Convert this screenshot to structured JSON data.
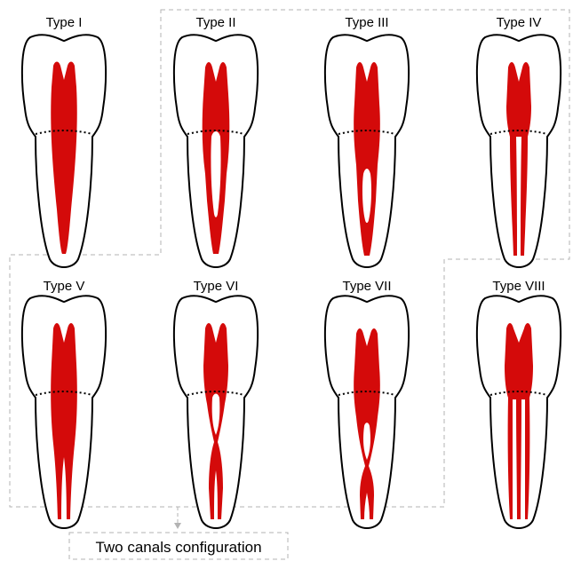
{
  "teeth": [
    {
      "type": "Type I",
      "canal_pattern": "1"
    },
    {
      "type": "Type II",
      "canal_pattern": "2-1"
    },
    {
      "type": "Type III",
      "canal_pattern": "1-2-1"
    },
    {
      "type": "Type IV",
      "canal_pattern": "2"
    },
    {
      "type": "Type V",
      "canal_pattern": "1-2"
    },
    {
      "type": "Type VI",
      "canal_pattern": "2-1-2"
    },
    {
      "type": "Type VII",
      "canal_pattern": "1-2-1-2"
    },
    {
      "type": "Type VIII",
      "canal_pattern": "3"
    }
  ],
  "caption": "Two canals configuration",
  "colors": {
    "canal": "#d40a0a",
    "outline": "#000000",
    "dashed_border": "#b3b3b3"
  }
}
